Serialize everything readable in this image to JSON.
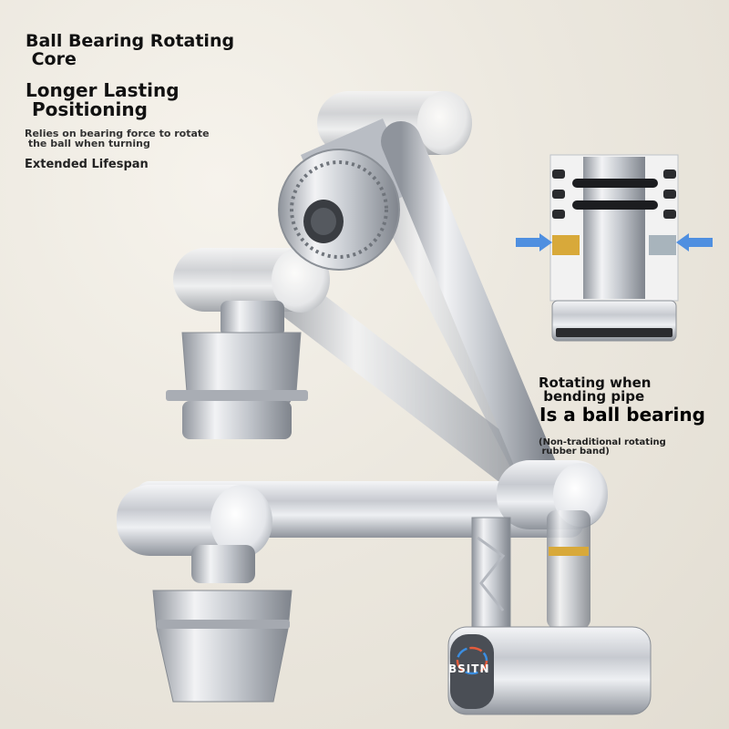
{
  "features": {
    "title_1": "Ball Bearing Rotating\n Core",
    "title_2": "Longer Lasting\n Positioning",
    "desc": "Relies on bearing force to rotate\n the ball when turning",
    "lifespan": "Extended Lifespan"
  },
  "callout": {
    "line_1": "Rotating when\n bending pipe",
    "line_2": "Is a ball bearing",
    "note": "(Non-traditional rotating\n rubber band)"
  },
  "brand": {
    "logo_text": "BSITN"
  },
  "colors": {
    "background": "#ece8df",
    "chrome": "#c9ccd1",
    "bearing_gold": "#d8a93a",
    "arrow_blue": "#4f8fe0"
  }
}
